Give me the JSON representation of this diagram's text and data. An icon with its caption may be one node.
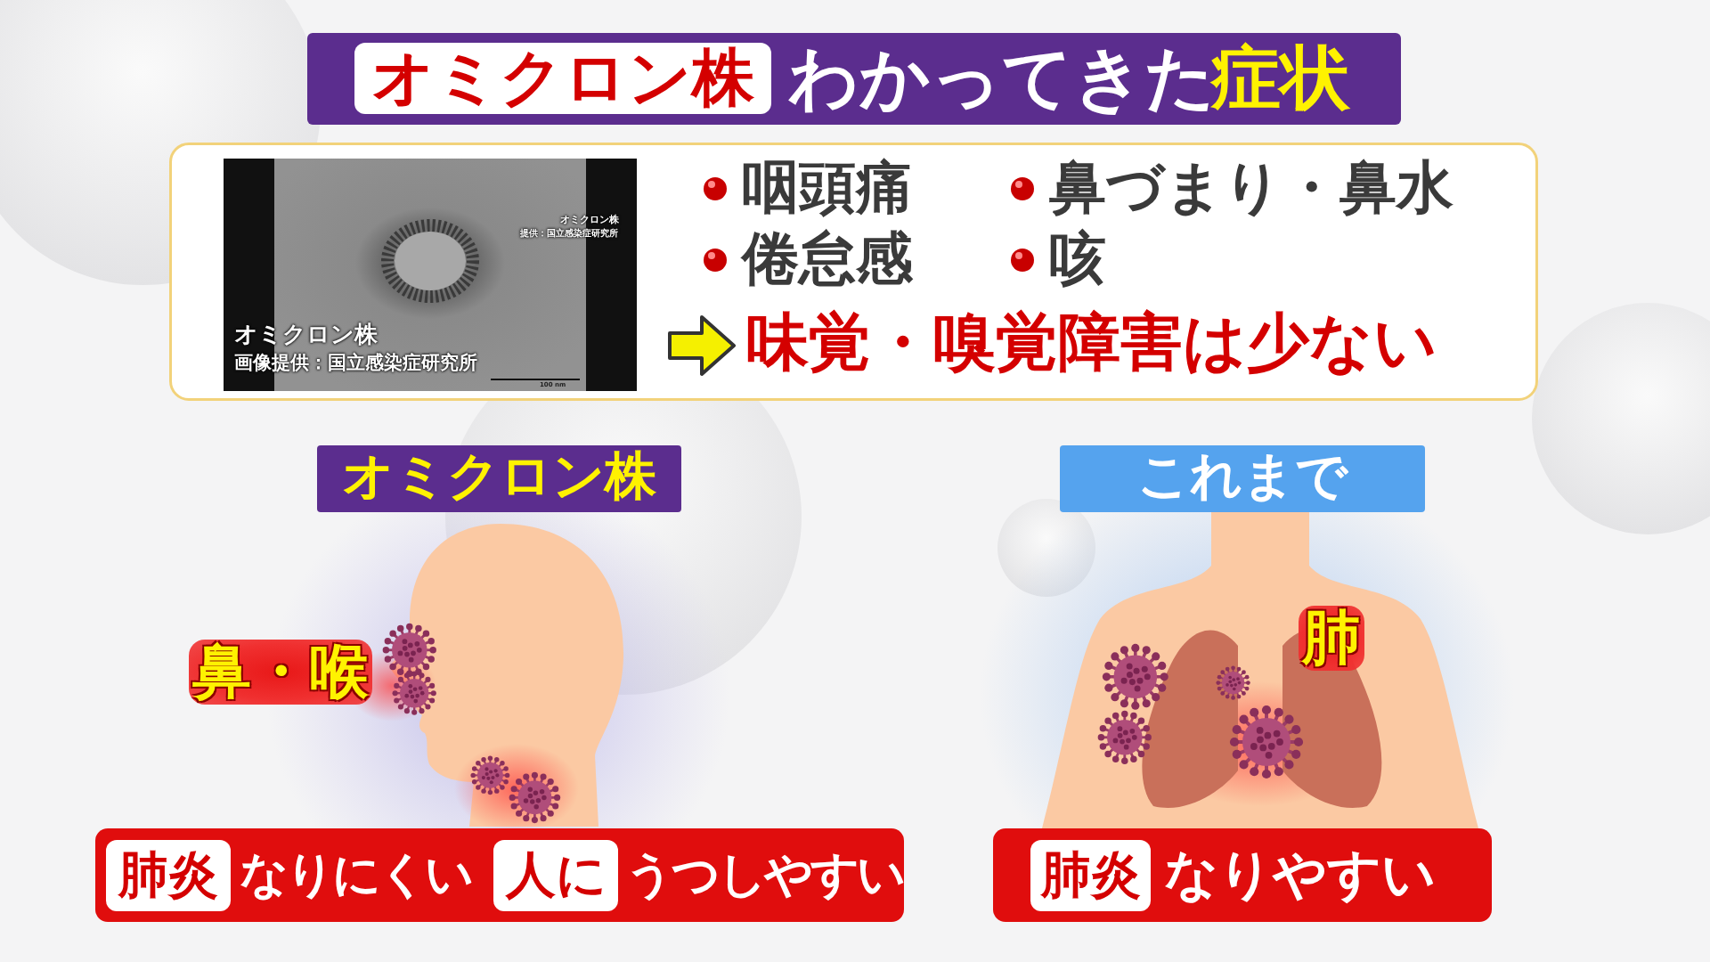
{
  "diagram": {
    "nodes": [
      {
        "text": [
          "オミクロン株",
          "わかってきた",
          "症状"
        ]
      },
      {
        "text": [
          "咽頭痛",
          "鼻づまり・鼻水",
          "倦怠感",
          "咳",
          "味覚・嗅覚障害は少ない"
        ]
      },
      {
        "text": [
          "オミクロン株",
          "提供：国立感染症研究所",
          "オミクロン株",
          "画像提供：国立感染症研究所",
          "100 nm"
        ],
        "in": 1
      },
      {
        "text": [
          "オミクロン株"
        ]
      },
      {
        "text": [
          "これまで"
        ]
      },
      {
        "text": [
          "肺炎",
          "なりにくい",
          "人に",
          "うつしやすい"
        ]
      },
      {
        "text": [
          "肺炎",
          "なりやすい"
        ]
      }
    ],
    "labels": [
      "鼻・喉",
      "肺"
    ]
  }
}
